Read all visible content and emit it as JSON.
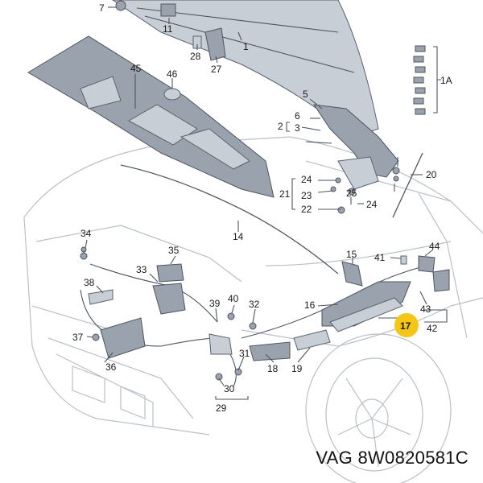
{
  "caption": "VAG 8W0820581C",
  "highlight_color": "#f5c518",
  "labels": {
    "l1": "1",
    "l1A": "1A",
    "l2": "2",
    "l3": "3",
    "l5": "5",
    "l6": "6",
    "l7": "7",
    "l11": "11",
    "l14": "14",
    "l15": "15",
    "l16": "16",
    "l17": "17",
    "l18": "18",
    "l19": "19",
    "l20": "20",
    "l21": "21",
    "l22": "22",
    "l23": "23",
    "l24a": "24",
    "l24b": "24",
    "l25": "25",
    "l27": "27",
    "l28": "28",
    "l29": "29",
    "l30": "30",
    "l31": "31",
    "l32": "32",
    "l33": "33",
    "l34": "34",
    "l35": "35",
    "l36": "36",
    "l37": "37",
    "l38": "38",
    "l39": "39",
    "l40": "40",
    "l41": "41",
    "l42": "42",
    "l43": "43",
    "l44": "44",
    "l45": "45",
    "l46": "46"
  }
}
